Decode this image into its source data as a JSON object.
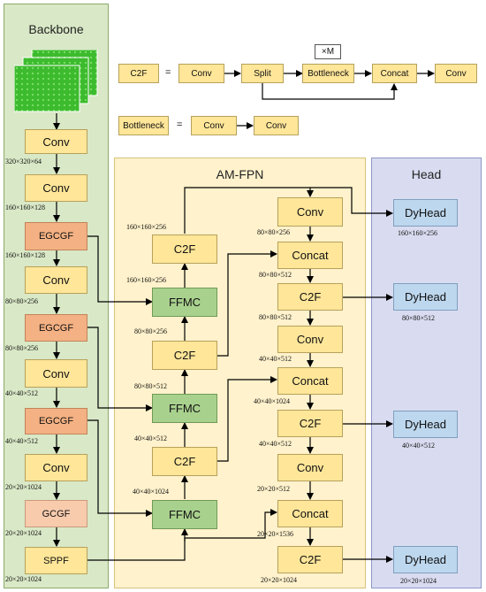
{
  "panels": {
    "backbone": "Backbone",
    "amfpn": "AM-FPN",
    "head": "Head"
  },
  "legend": {
    "c2f_name": "C2F",
    "eq1": "=",
    "conv1": "Conv",
    "split": "Split",
    "bottleneck": "Bottleneck",
    "repeat": "×M",
    "concat": "Concat",
    "conv2": "Conv",
    "bottleneck_name": "Bottleneck",
    "eq2": "=",
    "conv3": "Conv",
    "conv4": "Conv"
  },
  "backbone": {
    "blocks": [
      "Conv",
      "Conv",
      "EGCGF",
      "Conv",
      "EGCGF",
      "Conv",
      "EGCGF",
      "Conv",
      "GCGF",
      "SPPF"
    ],
    "dims": [
      "320×320×64",
      "160×160×128",
      "160×160×128",
      "80×80×256",
      "80×80×256",
      "40×40×512",
      "40×40×512",
      "20×20×1024",
      "20×20×1024",
      "20×20×1024"
    ]
  },
  "fpn_left": {
    "blocks": [
      "C2F",
      "FFMC",
      "C2F",
      "FFMC",
      "C2F",
      "FFMC"
    ],
    "dims": [
      "160×160×256",
      "160×160×256",
      "80×80×256",
      "80×80×512",
      "40×40×512",
      "40×40×1024"
    ]
  },
  "fpn_right": {
    "blocks": [
      "Conv",
      "Concat",
      "C2F",
      "Conv",
      "Concat",
      "C2F",
      "Conv",
      "Concat",
      "C2F"
    ],
    "dims": [
      "80×80×256",
      "80×80×512",
      "80×80×512",
      "40×40×512",
      "40×40×1024",
      "40×40×512",
      "20×20×512",
      "20×20×1536",
      "20×20×1024"
    ]
  },
  "head": {
    "blocks": [
      "DyHead",
      "DyHead",
      "DyHead",
      "DyHead"
    ],
    "dims": [
      "160×160×256",
      "80×80×512",
      "40×40×512",
      "20×20×1024"
    ]
  },
  "colors": {
    "yellow": "#ffe699",
    "orange": "#f4b183",
    "peach": "#f8cbad",
    "green": "#a9d18e",
    "blue": "#bdd7ee"
  }
}
